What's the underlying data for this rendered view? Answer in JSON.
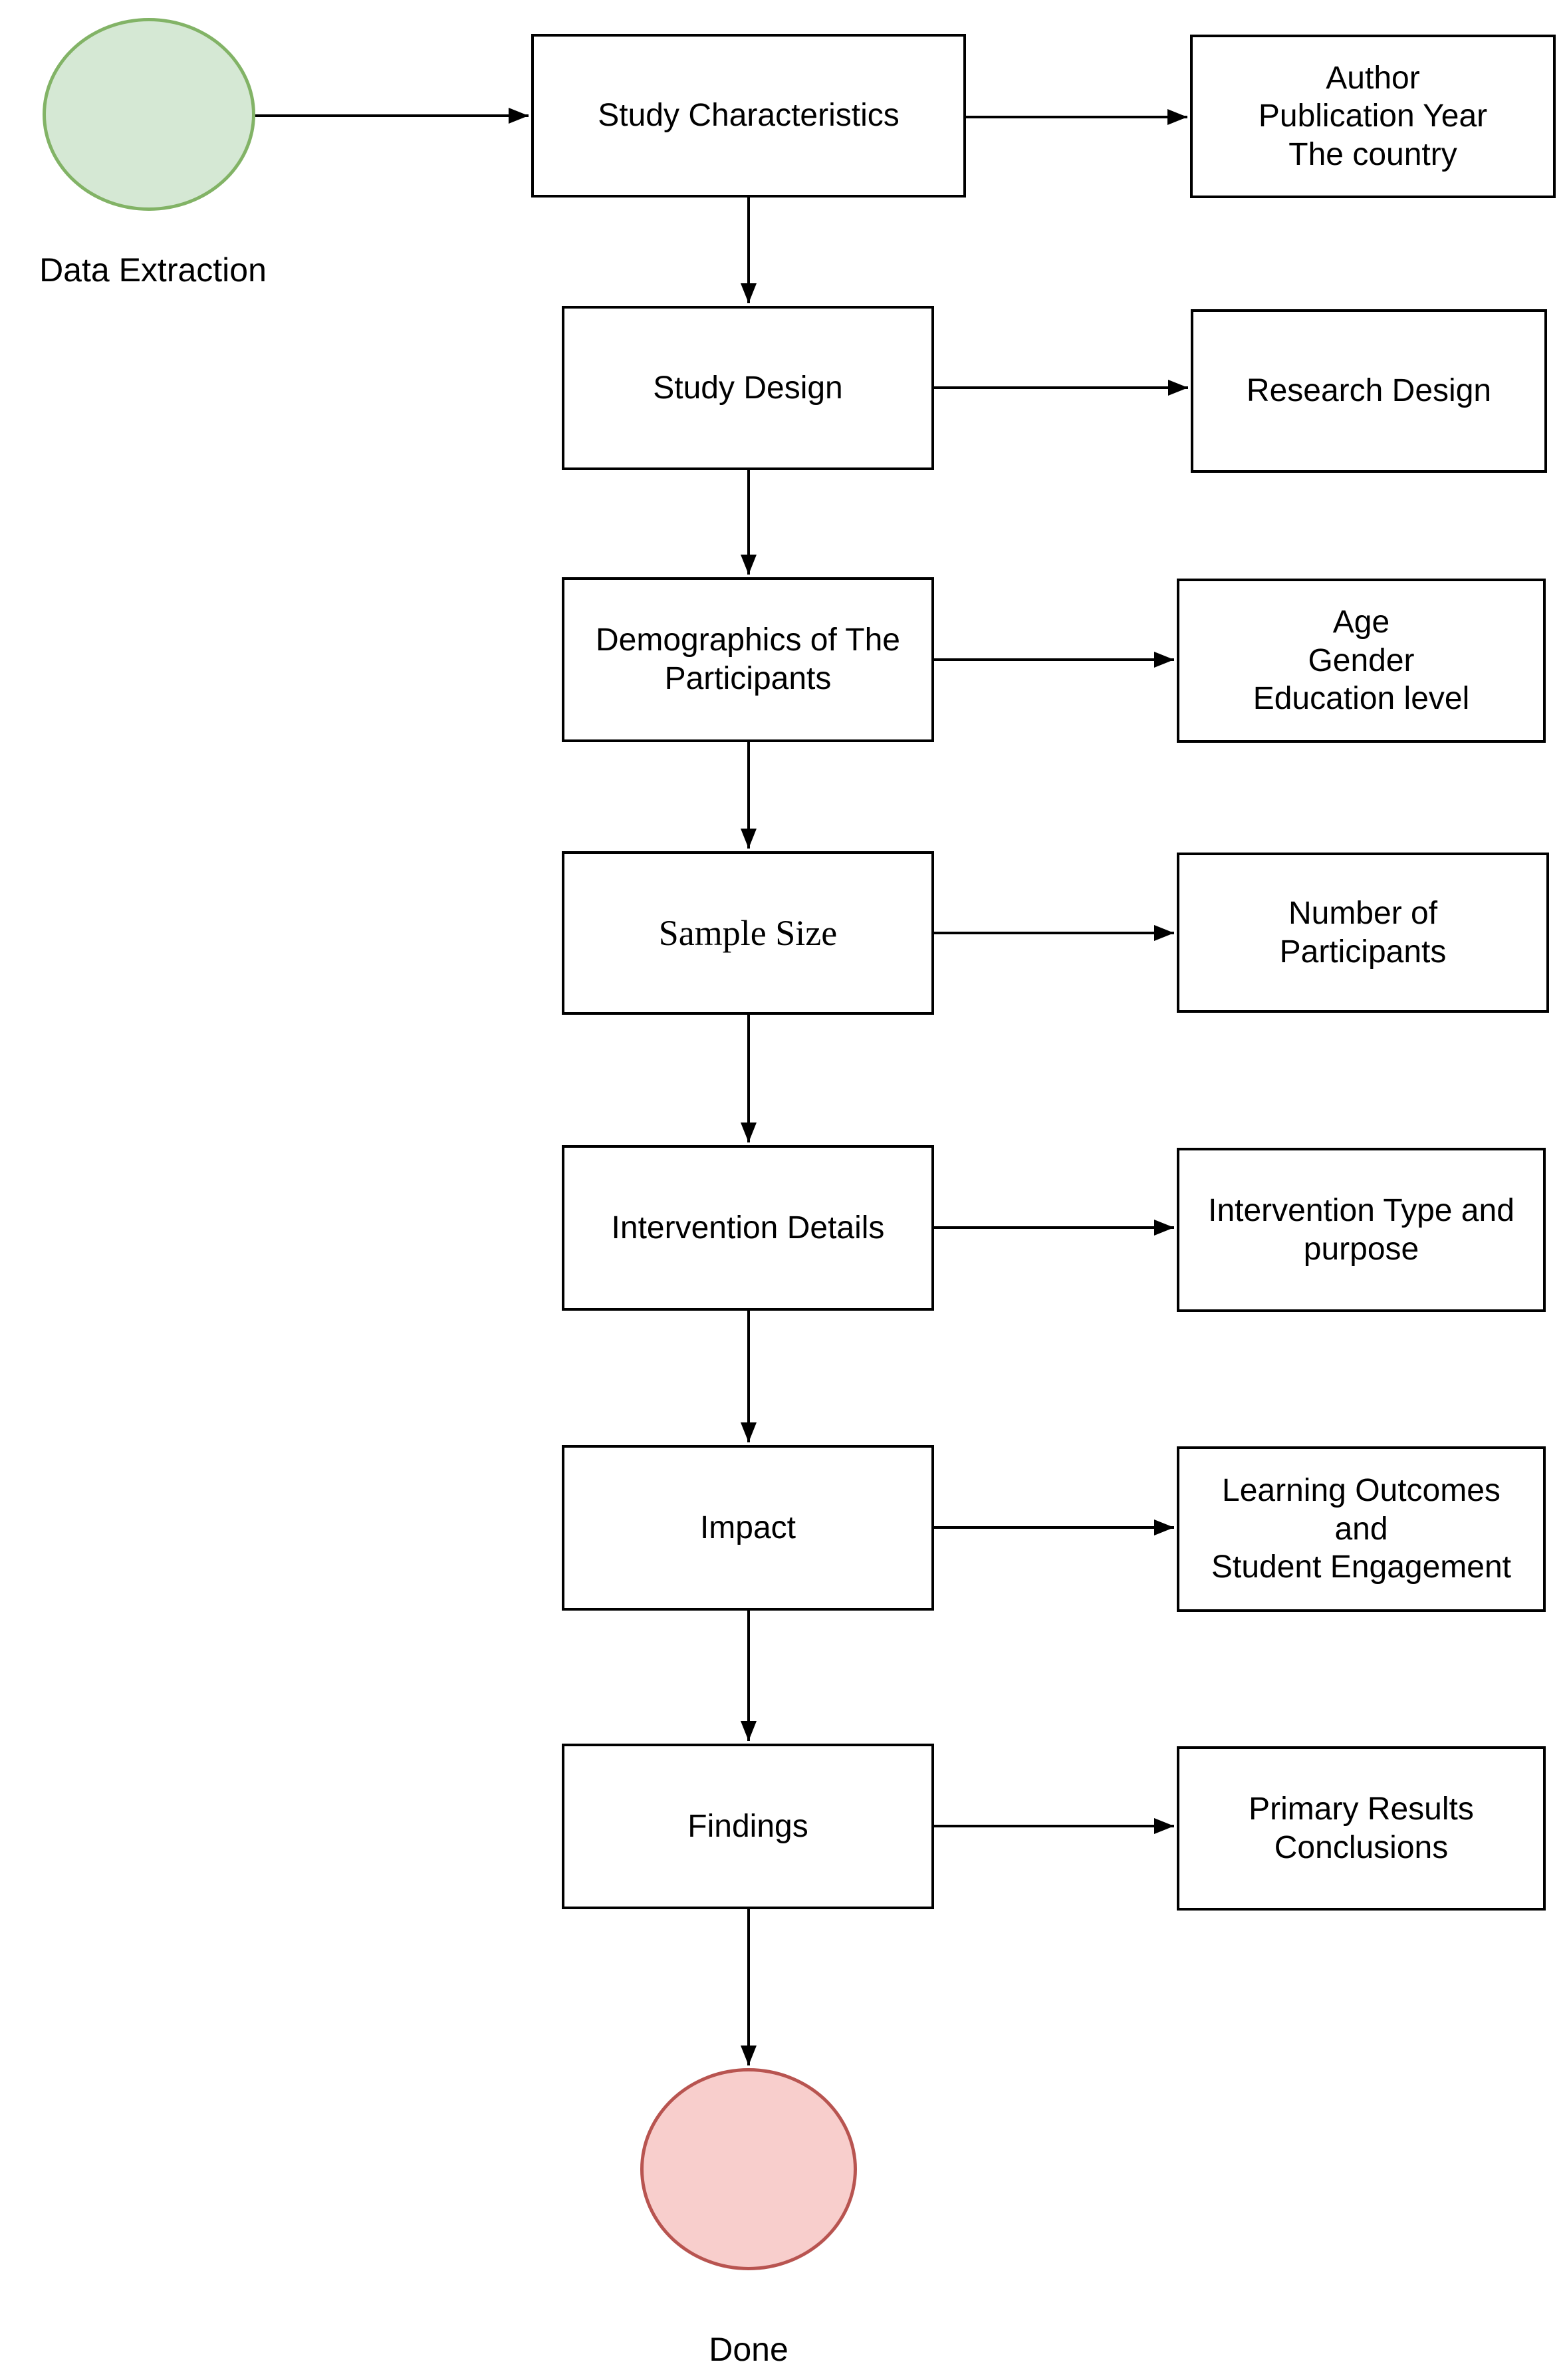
{
  "diagram": {
    "start": {
      "label": "Data Extraction",
      "fill": "#d5e8d4",
      "stroke": "#82b366"
    },
    "end": {
      "label": "Done",
      "fill": "#f8cecc",
      "stroke": "#b85450"
    },
    "connector_color": "#000000",
    "box_fill": "#ffffff",
    "box_stroke": "#000000",
    "rows": [
      {
        "step": "Study Characteristics",
        "detail": "Author\nPublication Year\nThe country"
      },
      {
        "step": "Study Design",
        "detail": "Research Design"
      },
      {
        "step": "Demographics of The\nParticipants",
        "detail": "Age\nGender\nEducation level"
      },
      {
        "step": "Sample Size",
        "detail": "Number of\nParticipants"
      },
      {
        "step": "Intervention Details",
        "detail": "Intervention Type and\npurpose"
      },
      {
        "step": "Impact",
        "detail": "Learning Outcomes\nand\nStudent Engagement"
      },
      {
        "step": "Findings",
        "detail": "Primary Results\nConclusions"
      }
    ]
  }
}
